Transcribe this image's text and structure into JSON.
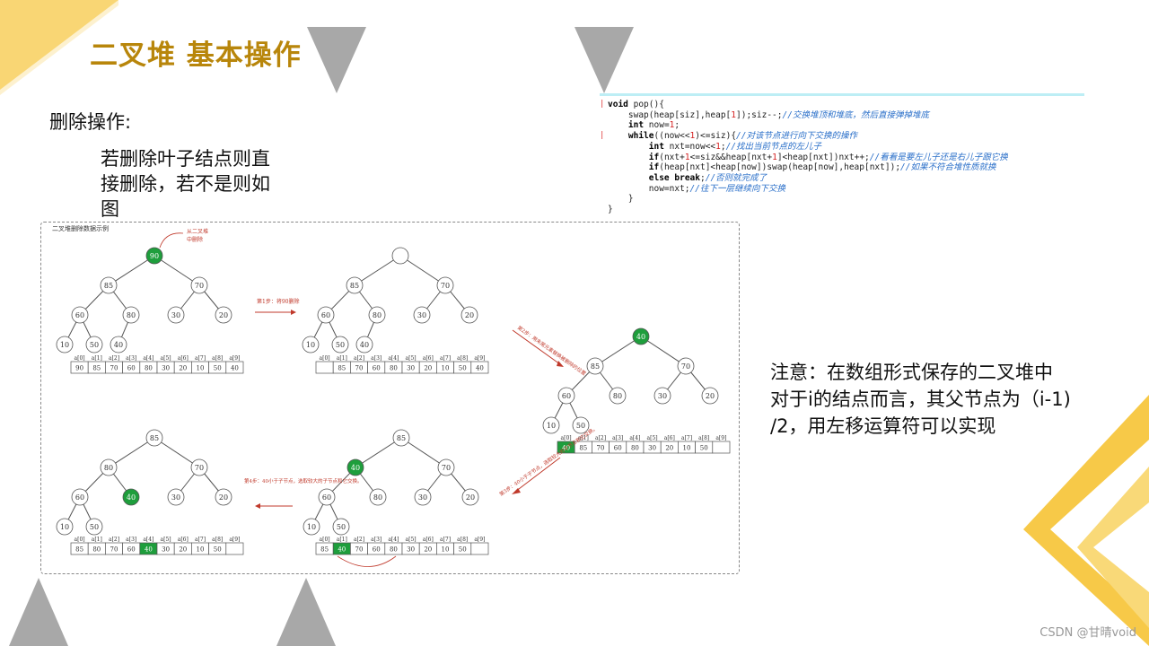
{
  "slide": {
    "title": "二叉堆 基本操作",
    "section_label": "删除操作:",
    "description": "若删除叶子结点则直接删除，若不是则如图",
    "description_lines": [
      "若删除叶子结点则直",
      "接删除，若不是则如",
      "图"
    ],
    "note": "注意：在数组形式保存的二叉堆中对于i的结点而言，其父节点为（i-1）/2，用左移运算符可以实现",
    "note_lines": [
      "注意：在数组形式保存的二叉堆中",
      "对于i的结点而言，其父节点为（i-1)",
      "/2，用左移运算符可以实现"
    ],
    "watermark": "CSDN @甘晴void"
  },
  "code": {
    "lines": [
      "void pop(){",
      "    swap(heap[siz],heap[1]);siz--;//交换堆顶和堆底，然后直接弹掉堆底",
      "    int now=1;",
      "    while((now<<1)<=siz){//对该节点进行向下交换的操作",
      "        int nxt=now<<1;//找出当前节点的左儿子",
      "        if(nxt+1<=siz&&heap[nxt+1]<heap[nxt])nxt++;//看看是要左儿子还是右儿子跟它换",
      "        if(heap[nxt]<heap[now])swap(heap[now],heap[nxt]);//如果不符合堆性质就换",
      "        else break;//否则就完成了",
      "        now=nxt;//往下一层继续向下交换",
      "    }",
      "}"
    ]
  },
  "figure": {
    "caption": "二叉堆删除数据示例",
    "annotation_top": [
      "从二叉堆",
      "中删除"
    ],
    "step1": "第1步：将90删除",
    "step2": "第2步：用末尾元素替换被删除的位置",
    "step3": "第3步：40小于子节点，选取较大的子节点和它交换。",
    "step4": "第4步：40小于子节点，选取较大的子节点和它交换。",
    "index_labels": [
      "a[0]",
      "a[1]",
      "a[2]",
      "a[3]",
      "a[4]",
      "a[5]",
      "a[6]",
      "a[7]",
      "a[8]",
      "a[9]"
    ],
    "arrays": [
      [
        "90",
        "85",
        "70",
        "60",
        "80",
        "30",
        "20",
        "10",
        "50",
        "40"
      ],
      [
        "",
        "85",
        "70",
        "60",
        "80",
        "30",
        "20",
        "10",
        "50",
        "40"
      ],
      [
        "40",
        "85",
        "70",
        "60",
        "80",
        "30",
        "20",
        "10",
        "50",
        ""
      ],
      [
        "85",
        "40",
        "70",
        "60",
        "80",
        "30",
        "20",
        "10",
        "50",
        ""
      ],
      [
        "85",
        "80",
        "70",
        "60",
        "40",
        "30",
        "20",
        "10",
        "50",
        ""
      ]
    ],
    "highlight_color": "#1e9e3c"
  },
  "colors": {
    "title": "#b8860b",
    "accent_yellow": "#f7c948",
    "triangle_gray": "#a8a8a8",
    "code_border": "#bdeef5"
  }
}
